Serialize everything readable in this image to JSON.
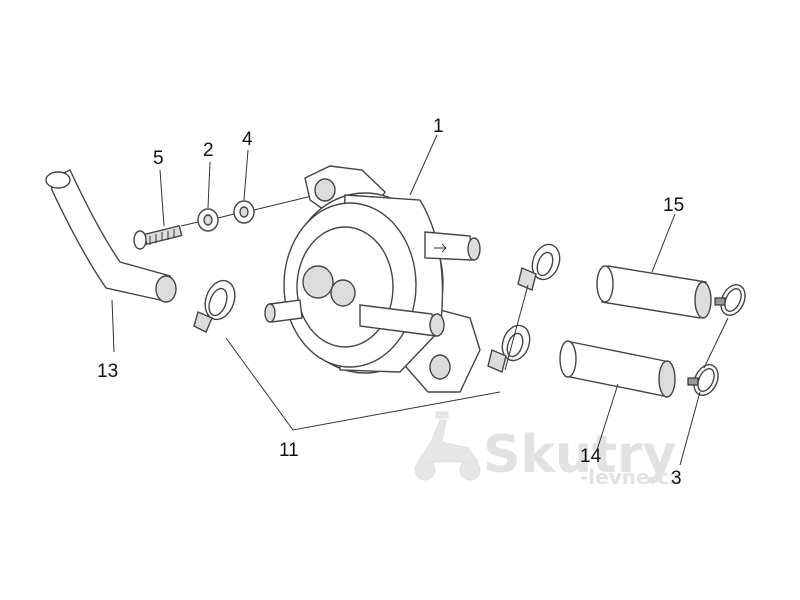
{
  "labels": {
    "p1": "1",
    "p2": "2",
    "p3": "3",
    "p4": "4",
    "p5": "5",
    "p11": "11",
    "p13": "13",
    "p14": "14",
    "p15": "15"
  },
  "watermark": {
    "brand": "Skutry",
    "sub": "-levne.cz"
  },
  "colors": {
    "line": "#444444",
    "watermark": "#e2e2e2"
  }
}
